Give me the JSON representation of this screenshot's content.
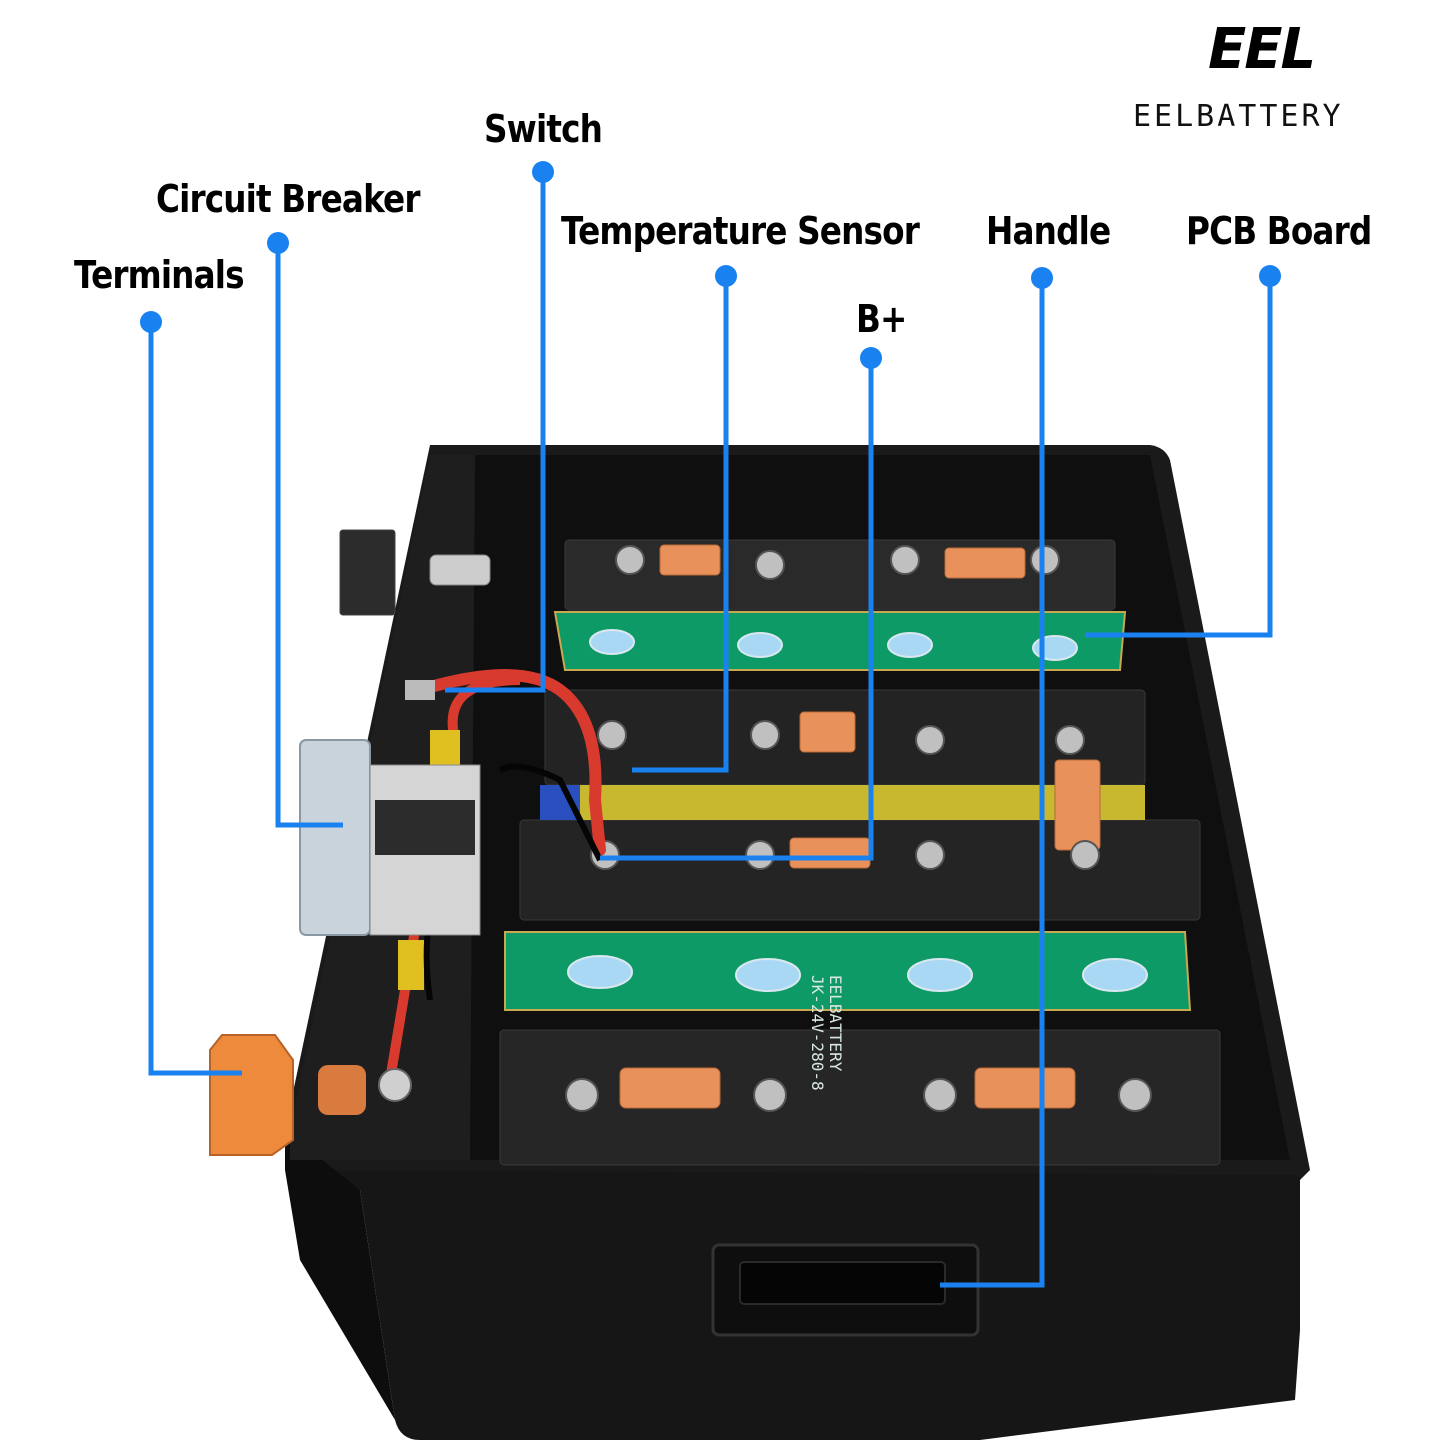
{
  "brand": {
    "logo_mark": "EEL",
    "logo_text": "EELBATTERY"
  },
  "colors": {
    "callout": "#1a82f0",
    "case": "#141414",
    "pcb": "#0e9a66",
    "busbar": "#e8915a",
    "terminal": "#ee8a3c"
  },
  "callouts": [
    {
      "id": "switch",
      "label": "Switch"
    },
    {
      "id": "circuit-breaker",
      "label": "Circuit Breaker"
    },
    {
      "id": "terminals",
      "label": "Terminals"
    },
    {
      "id": "temperature-sensor",
      "label": "Temperature Sensor"
    },
    {
      "id": "handle",
      "label": "Handle"
    },
    {
      "id": "pcb-board",
      "label": "PCB Board"
    },
    {
      "id": "b-plus",
      "label": "B+"
    }
  ],
  "pcb_print": {
    "brand": "EELBATTERY",
    "model": "JK-24V-280-8"
  }
}
